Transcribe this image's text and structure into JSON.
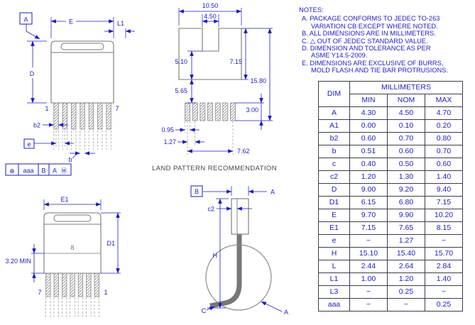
{
  "colors": {
    "dimension_blue": "#1a1acc",
    "outline_gray": "#777777",
    "caption_gray": "#454545",
    "table_border": "#3c3c4a",
    "background": "#ffffff"
  },
  "notes": {
    "title": "NOTES:",
    "triangle_symbol": "△",
    "items": [
      {
        "label": "A.",
        "text": "PACKAGE CONFORMS TO JEDEC TO-263 VARIATION CB EXCEPT WHERE NOTED."
      },
      {
        "label": "B.",
        "text": "ALL DIMENSIONS ARE IN MILLIMETERS."
      },
      {
        "label": "C.",
        "text": "OUT OF JEDEC STANDARD VALUE."
      },
      {
        "label": "D.",
        "text": "DIMENSION AND TOLERANCE AS PER ASME Y14.5-2009."
      },
      {
        "label": "E.",
        "text": "DIMENSIONS ARE EXCLUSIVE OF BURRS, MOLD FLASH AND TIE BAR PROTRUSIONS."
      }
    ]
  },
  "table": {
    "dim_header": "DIM",
    "units_header": "MILLIMETERS",
    "col_min": "MIN",
    "col_nom": "NOM",
    "col_max": "MAX",
    "rows": [
      {
        "dim": "A",
        "min": "4.30",
        "nom": "4.50",
        "max": "4.70"
      },
      {
        "dim": "A1",
        "min": "0.00",
        "nom": "0.10",
        "max": "0.20"
      },
      {
        "dim": "b2",
        "min": "0.60",
        "nom": "0.70",
        "max": "0.80"
      },
      {
        "dim": "b",
        "min": "0.51",
        "nom": "0.60",
        "max": "0.70"
      },
      {
        "dim": "c",
        "min": "0.40",
        "nom": "0.50",
        "max": "0.60"
      },
      {
        "dim": "c2",
        "min": "1.20",
        "nom": "1.30",
        "max": "1.40"
      },
      {
        "dim": "D",
        "min": "9.00",
        "nom": "9.20",
        "max": "9.40"
      },
      {
        "dim": "D1",
        "min": "6.15",
        "nom": "6.80",
        "max": "7.15"
      },
      {
        "dim": "E",
        "min": "9.70",
        "nom": "9.90",
        "max": "10.20"
      },
      {
        "dim": "E1",
        "min": "7.15",
        "nom": "7.65",
        "max": "8.15"
      },
      {
        "dim": "e",
        "min": "~",
        "nom": "1.27",
        "max": "~"
      },
      {
        "dim": "H",
        "min": "15.10",
        "nom": "15.40",
        "max": "15.70"
      },
      {
        "dim": "L",
        "min": "2.44",
        "nom": "2.64",
        "max": "2.84"
      },
      {
        "dim": "L1",
        "min": "1.00",
        "nom": "1.20",
        "max": "1.40"
      },
      {
        "dim": "L3",
        "min": "~",
        "nom": "0.25",
        "max": "~"
      },
      {
        "dim": "aaa",
        "min": "~",
        "nom": "~",
        "max": "0.25"
      }
    ]
  },
  "views": {
    "front": {
      "datum_a": "A",
      "dim_E": "E",
      "dim_L1": "L1",
      "dim_D": "D",
      "pin_left": "1",
      "pin_right": "7",
      "dim_b2": "b2",
      "datum_e": "e",
      "dim_b": "b",
      "fcf": {
        "symbol": "⊕",
        "tolerance": "aaa",
        "datum_primary": "B",
        "datum_secondary": "A",
        "modifier": "Ⓜ"
      }
    },
    "land_pattern": {
      "caption": "LAND PATTERN RECOMMENDATION",
      "dim_total_width": "10.50",
      "dim_notch_width": "4.50",
      "dim_tab_lower": "5.10",
      "dim_tab_height": "7.15",
      "dim_total_height": "15.80",
      "dim_gap": "5.65",
      "dim_pad_height": "3.00",
      "dim_pad_width": "0.95",
      "dim_pitch": "1.27",
      "dim_span": "7.62"
    },
    "back": {
      "dim_E1": "E1",
      "dim_D1": "D1",
      "tab_pin": "8",
      "dim_tab_min": "3.20 MIN",
      "pin_left": "7",
      "pin_right": "1"
    },
    "side": {
      "datum_b": "B",
      "dim_A": "A",
      "dim_c2": "c2",
      "dim_H": "H",
      "dim_C": "C",
      "detail_label": "A"
    }
  }
}
